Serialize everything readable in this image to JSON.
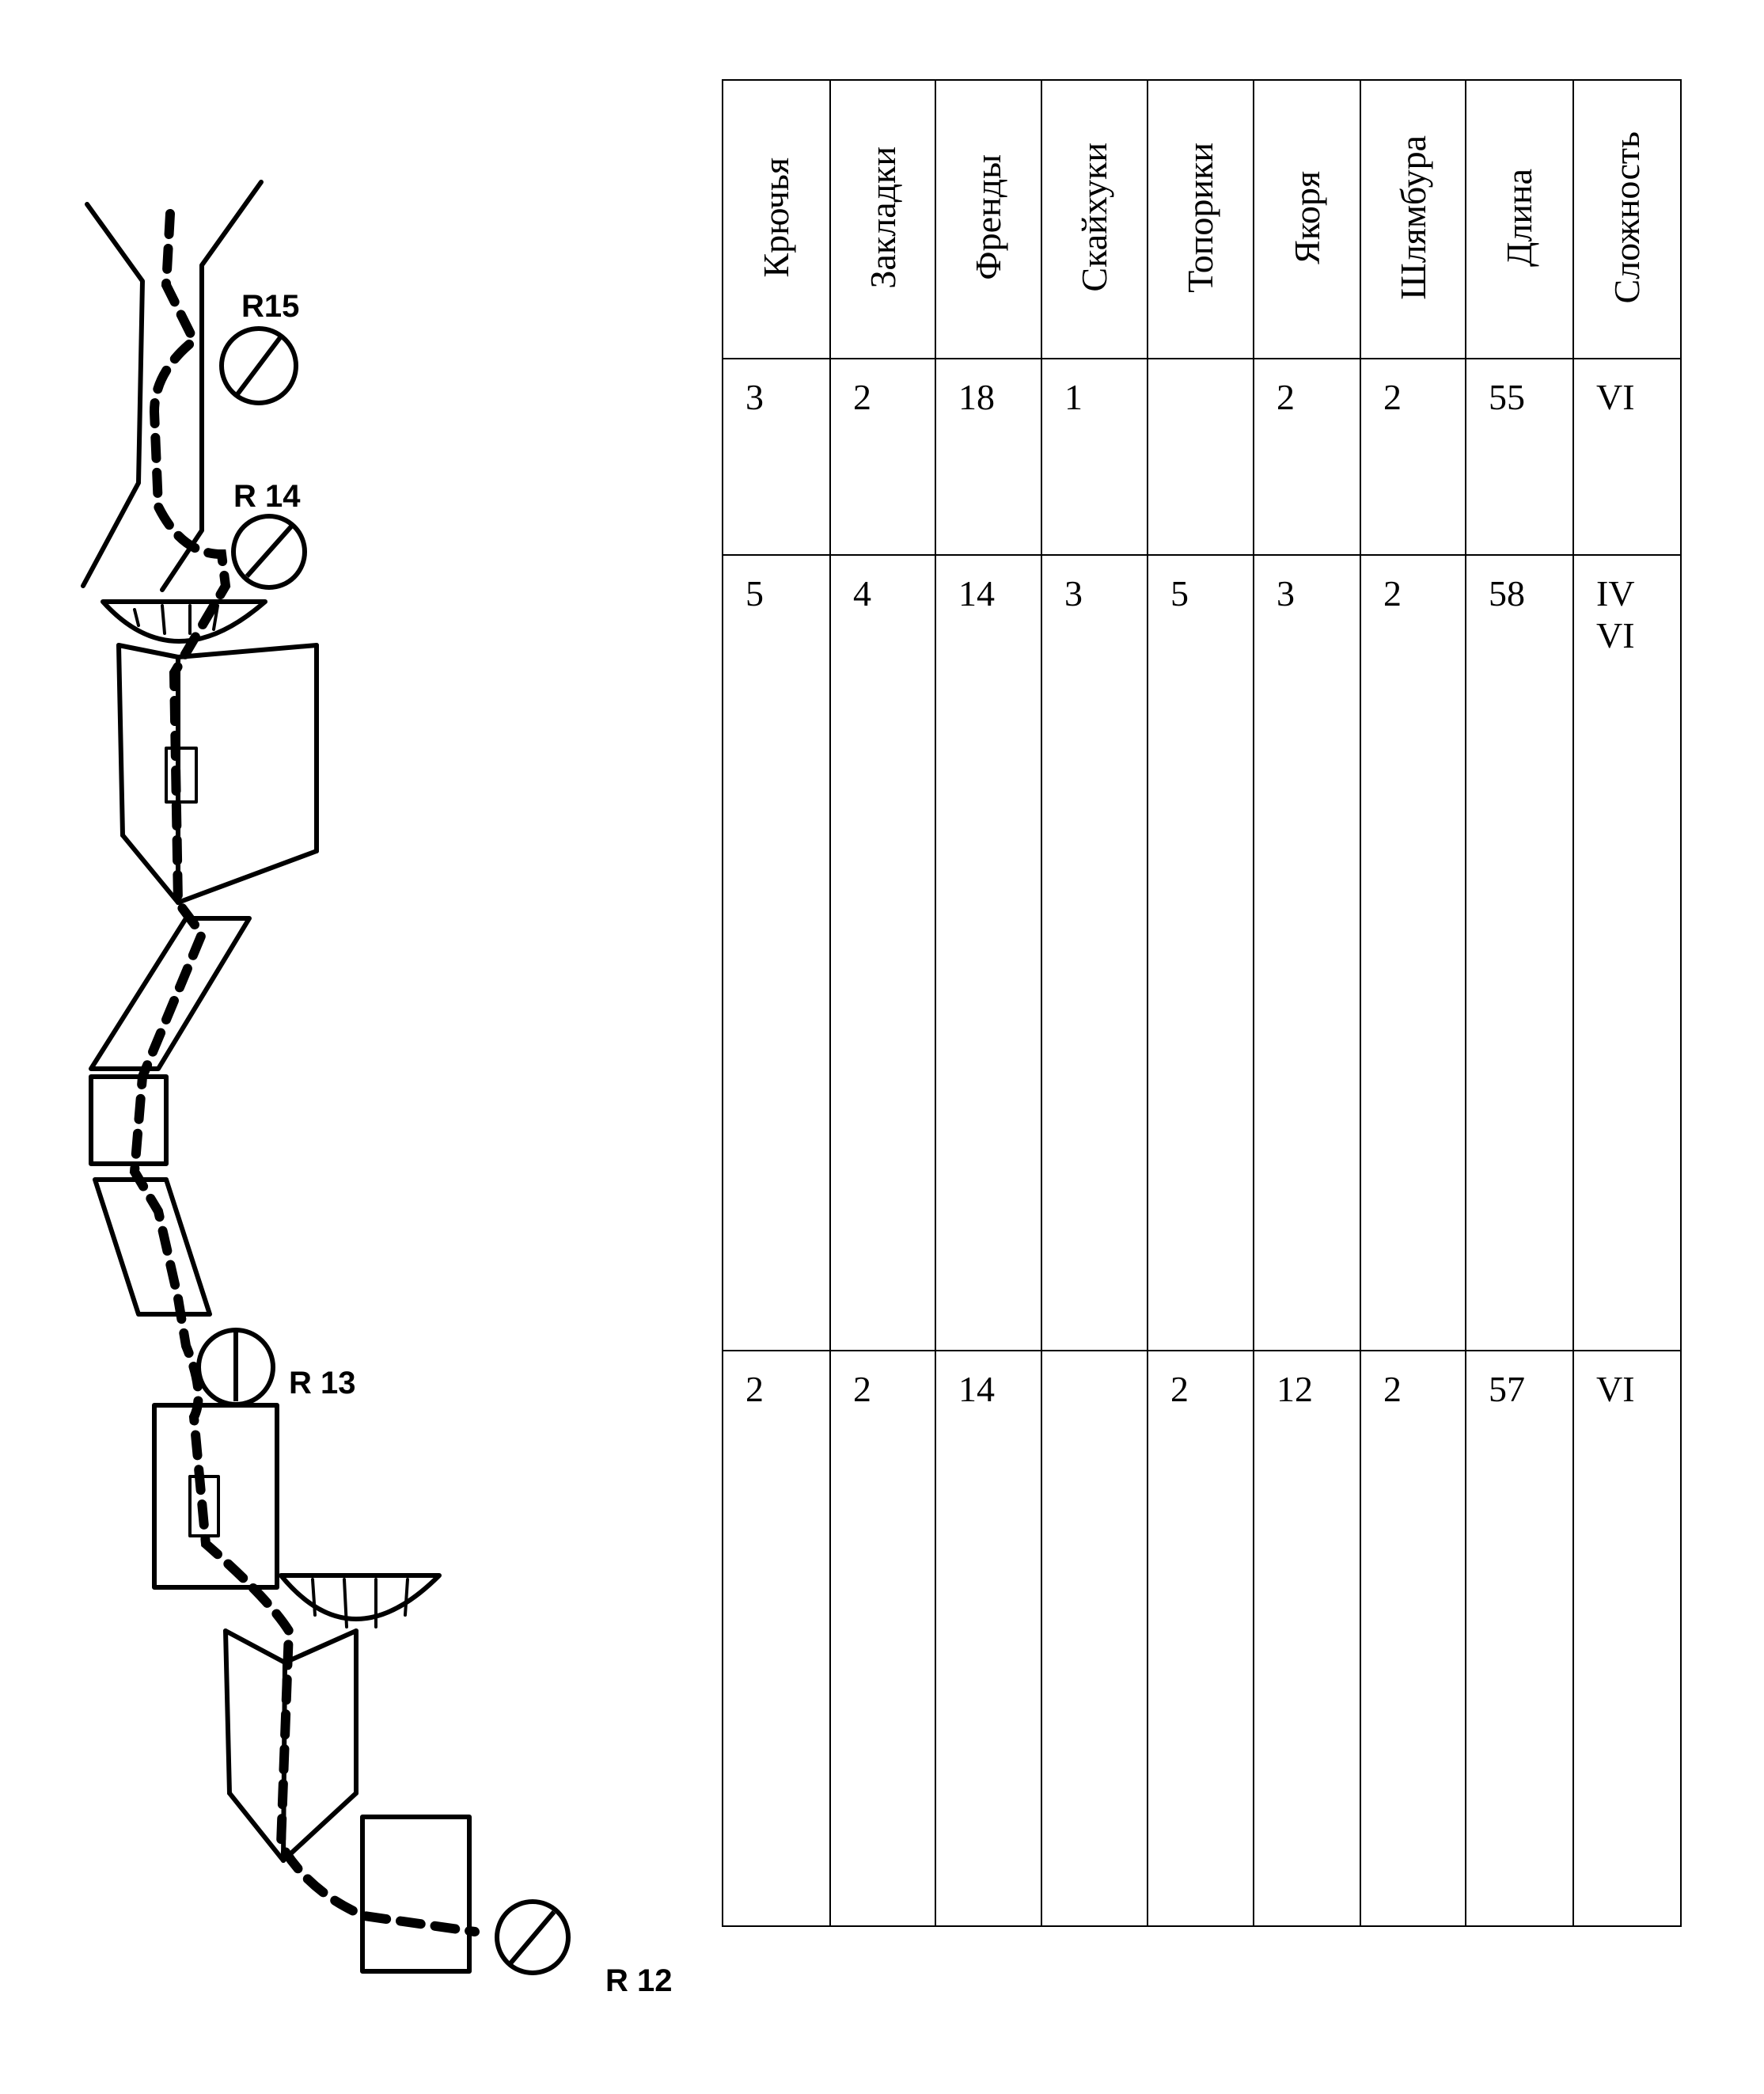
{
  "table": {
    "headers": [
      "Крючья",
      "Закладки",
      "Френды",
      "Скайхуки",
      "Топорики",
      "Якоря",
      "Шлямбура",
      "Длина",
      "Сложность"
    ],
    "rows": [
      [
        "3",
        "2",
        "18",
        "1",
        "",
        "2",
        "2",
        "55",
        "VI"
      ],
      [
        "5",
        "4",
        "14",
        "3",
        "5",
        "3",
        "2",
        "58",
        "IV\nVI"
      ],
      [
        "2",
        "2",
        "14",
        "",
        "2",
        "12",
        "2",
        "57",
        "VI"
      ]
    ]
  },
  "route_labels": {
    "r15": "R15",
    "r14": "R 14",
    "r13": "R 13",
    "r12": "R 12"
  }
}
